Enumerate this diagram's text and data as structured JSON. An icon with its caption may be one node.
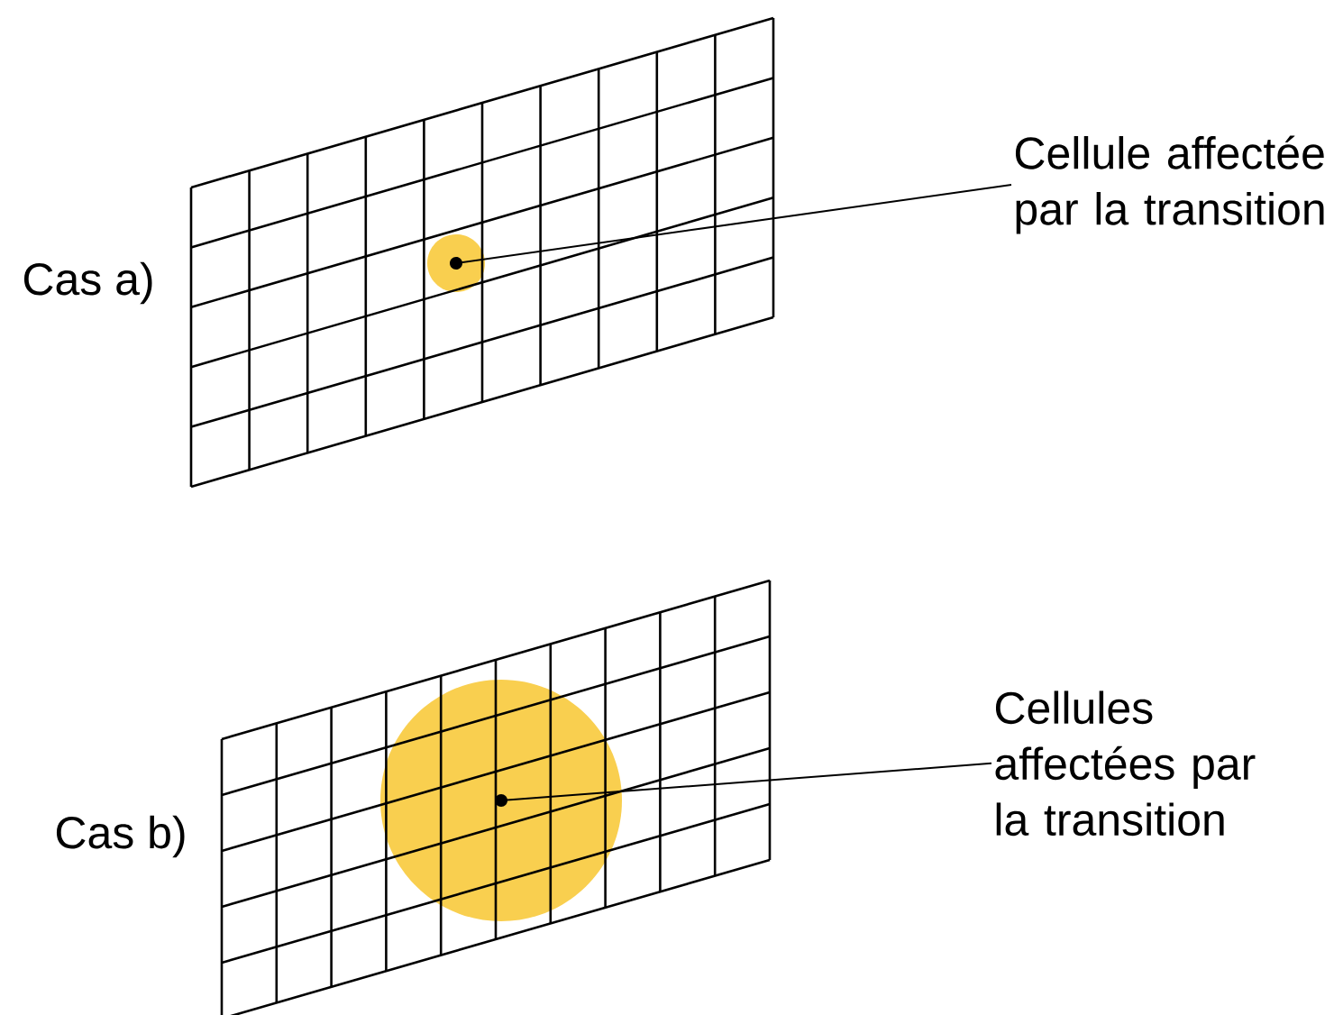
{
  "diagram": {
    "nodes": [
      {
        "text": [
          "Cellule affectée par la transition"
        ]
      },
      {
        "text": [],
        "shape": "circle"
      },
      {
        "text": [
          "Cellules affectées par la transition"
        ]
      },
      {
        "text": [],
        "shape": "circle"
      }
    ],
    "edges": [
      {
        "from": 0,
        "to": 1,
        "arrow": "other"
      },
      {
        "from": 2,
        "to": 3,
        "arrow": "other"
      }
    ],
    "labels": [
      "Cas a)",
      "Cas b)"
    ]
  }
}
